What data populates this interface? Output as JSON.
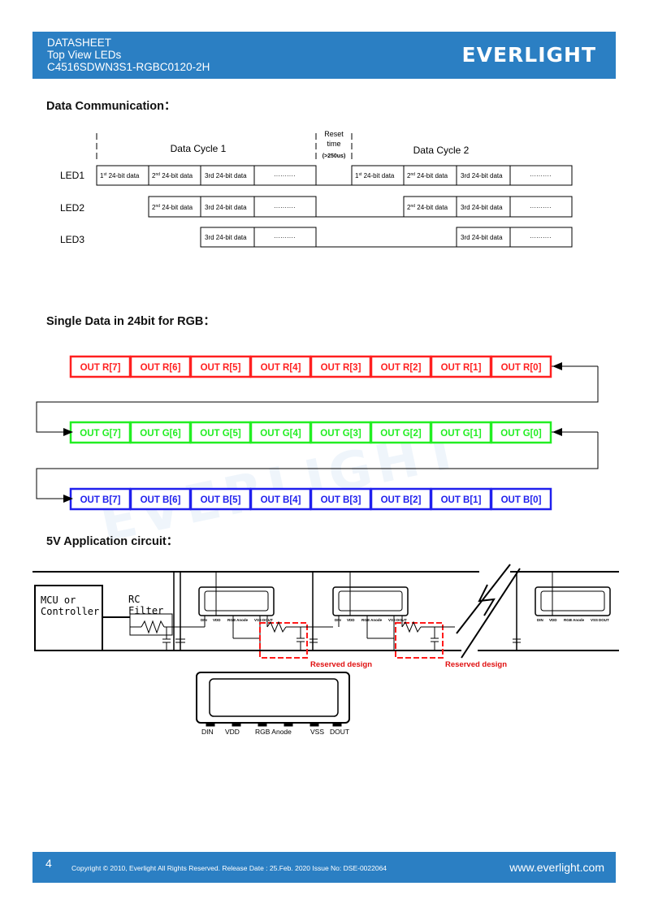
{
  "header": {
    "line1": "DATASHEET",
    "line2": "Top View LEDs",
    "line3": "C4516SDWN3S1-RGBC0120-2H",
    "brand": "EVERLIGHT"
  },
  "sections": {
    "data_comm": "Data Communication：",
    "single_data": "Single Data in 24bit for RGB：",
    "app_circuit": "5V Application circuit："
  },
  "timing": {
    "cycle1": "Data Cycle 1",
    "cycle2": "Data Cycle 2",
    "reset_l1": "Reset",
    "reset_l2": "time",
    "reset_l3": "(>250us)",
    "rows": [
      "LED1",
      "LED2",
      "LED3"
    ],
    "c1": "1",
    "c2": "2",
    "c3": "3rd 24-bit data",
    "sup1": "st",
    "sup2": "nd",
    "bitdata": " 24-bit data",
    "dots": "··········"
  },
  "bits": {
    "r": [
      "OUT R[7]",
      "OUT R[6]",
      "OUT R[5]",
      "OUT R[4]",
      "OUT R[3]",
      "OUT R[2]",
      "OUT R[1]",
      "OUT R[0]"
    ],
    "g": [
      "OUT G[7]",
      "OUT G[6]",
      "OUT G[5]",
      "OUT G[4]",
      "OUT G[3]",
      "OUT G[2]",
      "OUT G[1]",
      "OUT G[0]"
    ],
    "b": [
      "OUT B[7]",
      "OUT B[6]",
      "OUT B[5]",
      "OUT B[4]",
      "OUT B[3]",
      "OUT B[2]",
      "OUT B[1]",
      "OUT B[0]"
    ],
    "colors": {
      "r": "#ff2020",
      "g": "#22ee22",
      "b": "#2020ee"
    }
  },
  "circuit": {
    "mcu_l1": "MCU or",
    "mcu_l2": "Controller",
    "rc_l1": "RC",
    "rc_l2": "Filter",
    "reserved": "Reserved design",
    "pins": [
      "DIN",
      "VDD",
      "RGB  Anode",
      "VSS",
      "DOUT"
    ],
    "pin_small": [
      "DIN",
      "VDD",
      "RGB Anode",
      "VSS",
      "DOUT"
    ]
  },
  "footer": {
    "page": "4",
    "copyright": "Copyright © 2010, Everlight All Rights Reserved. Release Date : 25.Feb. 2020 Issue No: DSE-0022064",
    "site": "www.everlight.com"
  },
  "watermark": "EVERLIGHT"
}
